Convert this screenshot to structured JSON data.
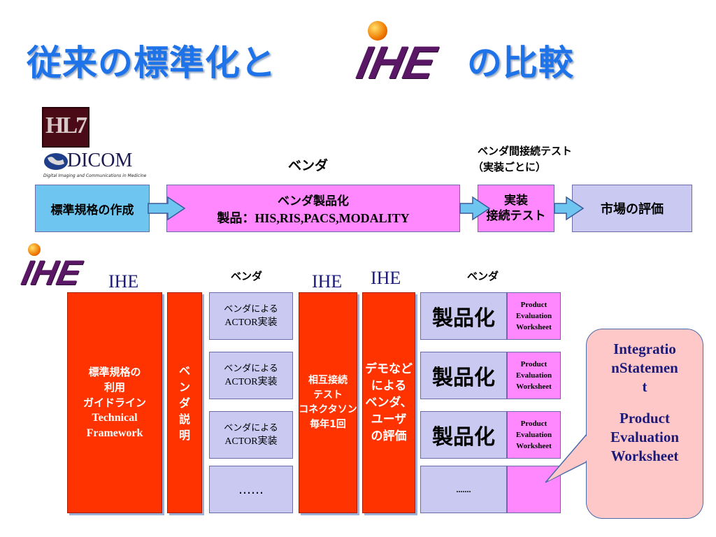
{
  "title": {
    "prefix": "従来の標準化と",
    "logo": "IHE",
    "suffix": "の比較"
  },
  "logos": {
    "hl7": "HL7",
    "dicom": "DICOM",
    "dicom_tagline": "Digital Imaging and Communications in Medicine"
  },
  "top_flow": {
    "vendor_label": "ベンダ",
    "test_label_line1": "ベンダ間接続テスト",
    "test_label_line2": "（実装ごとに）",
    "box1": "標準規格の作成",
    "box2_line1": "ベンダ製品化",
    "box2_line2": "製品：HIS,RIS,PACS,MODALITY",
    "box3_line1": "実装",
    "box3_line2": "接続テスト",
    "box4": "市場の評価"
  },
  "ihe_flow": {
    "logo": "IHE",
    "label_ihe_1": "IHE",
    "label_vendor_1": "ベンダ",
    "label_ihe_2": "IHE",
    "label_ihe_3": "IHE",
    "label_vendor_2": "ベンダ",
    "framework_lines": [
      "標準規格の",
      "利用",
      "ガイドライン",
      "Technical",
      "Framework"
    ],
    "vendor_explain": [
      "ベ",
      "ン",
      "ダ",
      "説",
      "明"
    ],
    "actor_items": [
      {
        "line1": "ベンダによる",
        "line2": "ACTOR実装"
      },
      {
        "line1": "ベンダによる",
        "line2": "ACTOR実装"
      },
      {
        "line1": "ベンダによる",
        "line2": "ACTOR実装"
      }
    ],
    "actor_more": "……",
    "connectathon_lines": [
      "相互接続",
      "テスト",
      "コネクタソン",
      "毎年1回"
    ],
    "demo_lines": [
      "デモなど",
      "による",
      "ベンダ、",
      "ユーザ",
      "の評価"
    ],
    "product_label": "製品化",
    "pew_lines": [
      "Product",
      "Evaluation",
      "Worksheet"
    ],
    "product_more": ".......",
    "callout_lines": [
      "Integratio",
      "nStatemen",
      "t",
      "",
      "Product",
      "Evaluation",
      "Worksheet"
    ]
  }
}
